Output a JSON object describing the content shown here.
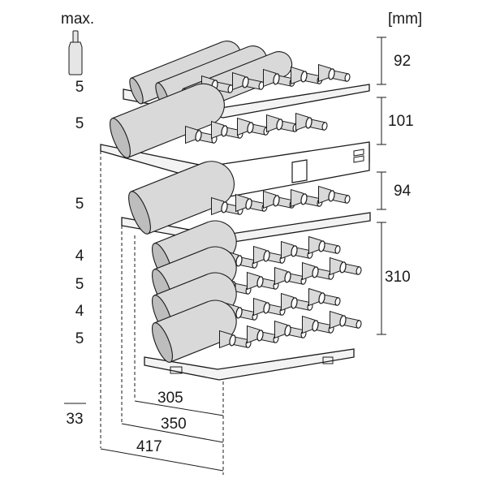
{
  "header": {
    "max_label": "max.",
    "unit_label": "[mm]"
  },
  "bottle_icon": "bottle-icon",
  "shelf_counts": [
    "5",
    "5",
    "5",
    "4",
    "5",
    "4",
    "5"
  ],
  "total_count": "33",
  "height_dimensions": [
    "92",
    "101",
    "94",
    "310"
  ],
  "depth_dimensions": [
    "305",
    "350",
    "417"
  ],
  "colors": {
    "stroke": "#1a1a1a",
    "bottle_fill": "#d9d9d9",
    "bottle_shade": "#bdbdbd",
    "background": "#ffffff"
  }
}
